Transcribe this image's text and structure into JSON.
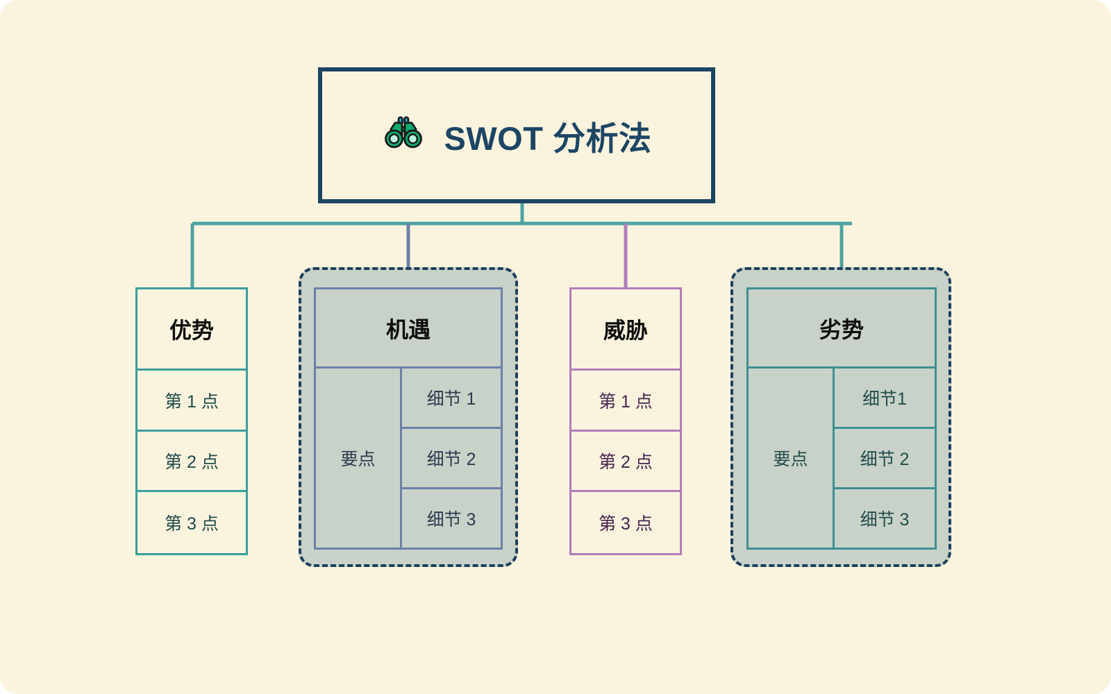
{
  "canvas": {
    "background_color": "#FAF4DE",
    "page_color": "#ffffff"
  },
  "root": {
    "icon": "binoculars-icon",
    "icon_glyph": "🔭",
    "title": "SWOT 分析法",
    "border_color": "#1C4564",
    "title_color": "#1C4564"
  },
  "connectors": {
    "bus_color": "#4DA3A1",
    "opportunities_drop_color": "#6C80A8",
    "threats_drop_color": "#B07CBB"
  },
  "branches": [
    {
      "key": "strengths",
      "heading": "优势",
      "accent_color": "#3D9C9C",
      "text_color": "#1F4B4B",
      "fill": "#FAF4DE",
      "selected": false,
      "items": [
        "第 1 点",
        "第 2 点",
        "第 3 点"
      ]
    },
    {
      "key": "opportunities",
      "heading": "机遇",
      "accent_color": "#6C80A8",
      "text_color": "#2C3A4E",
      "fill": "#C9D2C8",
      "selected": true,
      "selection_border_color": "#1C3F5C",
      "summary_label": "要点",
      "details": [
        "细节 1",
        "细节 2",
        "细节 3"
      ]
    },
    {
      "key": "threats",
      "heading": "威胁",
      "accent_color": "#B07CBB",
      "text_color": "#46244F",
      "fill": "#FAF4DE",
      "selected": false,
      "items": [
        "第 1 点",
        "第 2 点",
        "第 3 点"
      ]
    },
    {
      "key": "weaknesses",
      "heading": "劣势",
      "accent_color": "#3D8F92",
      "text_color": "#1F4B4B",
      "fill": "#C9D2C8",
      "selected": true,
      "selection_border_color": "#1C3F5C",
      "summary_label": "要点",
      "details": [
        "细节1",
        "细节 2",
        "细节 3"
      ]
    }
  ]
}
